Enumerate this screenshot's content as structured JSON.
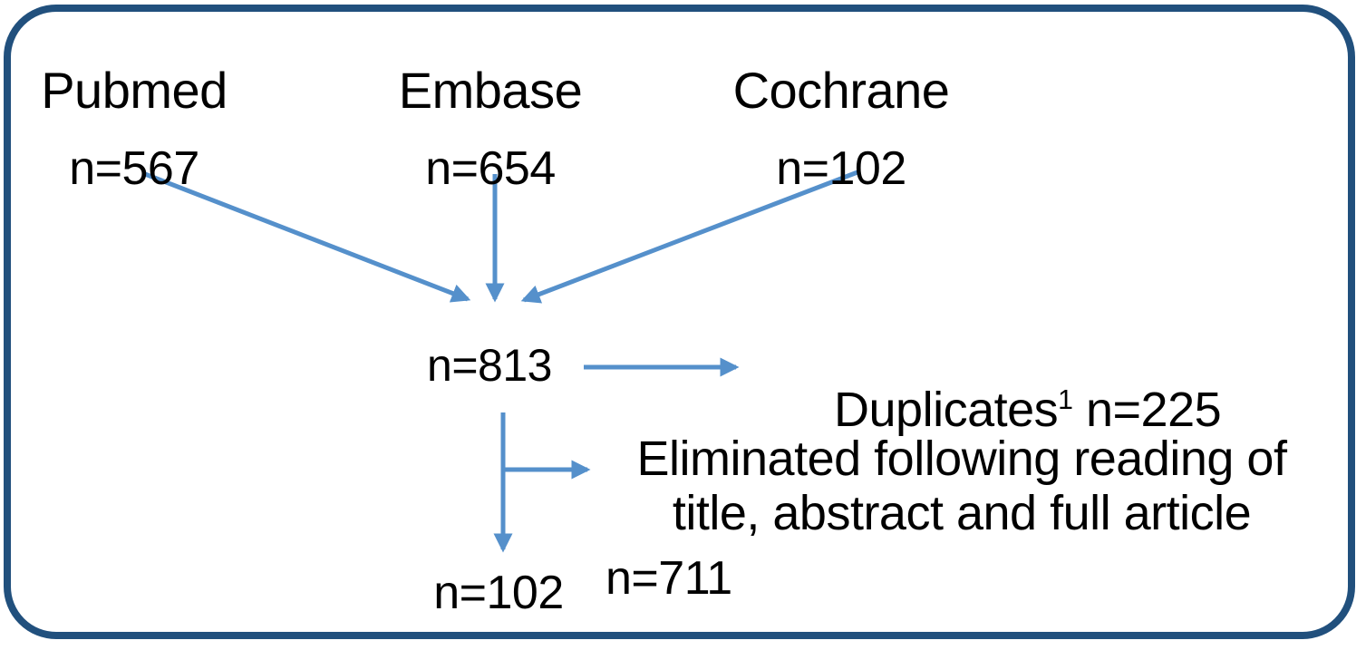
{
  "figure": {
    "type": "prisma-flow-diagram",
    "frame_color": "#21507D",
    "arrow_color": "#5590CB",
    "text_color": "#000000",
    "background": "#ffffff"
  },
  "sources": [
    {
      "name": "Pubmed",
      "label": "Pubmed",
      "count_label": "n=567",
      "count": 567
    },
    {
      "name": "Embase",
      "label": "Embase",
      "count_label": "n=654",
      "count": 654
    },
    {
      "name": "Cochrane",
      "label": "Cochrane",
      "count_label": "n=102",
      "count": 102
    }
  ],
  "stages": {
    "total_records": {
      "count_label": "n=813",
      "count": 813
    },
    "included": {
      "count_label": "n=102",
      "count": 102
    }
  },
  "exclusions": [
    {
      "label": "Duplicates",
      "footnote": "1",
      "count_label": "n=225",
      "count": 225
    },
    {
      "label": "Eliminated following reading of\ntitle, abstract and full article",
      "count_label": "n=711",
      "count": 711
    }
  ],
  "chart_data": {
    "type": "diagram",
    "title": "Study selection flow diagram",
    "nodes": [
      {
        "id": "pubmed",
        "text": "Pubmed n=567",
        "value": 567
      },
      {
        "id": "embase",
        "text": "Embase n=654",
        "value": 654
      },
      {
        "id": "cochrane",
        "text": "Cochrane n=102",
        "value": 102
      },
      {
        "id": "combined",
        "text": "n=813",
        "value": 813
      },
      {
        "id": "duplicates",
        "text": "Duplicates1 n=225",
        "value": 225
      },
      {
        "id": "eliminated",
        "text": "Eliminated following reading of title, abstract and full article n=711",
        "value": 711
      },
      {
        "id": "included",
        "text": "n=102",
        "value": 102
      }
    ],
    "edges": [
      {
        "from": "pubmed",
        "to": "combined"
      },
      {
        "from": "embase",
        "to": "combined"
      },
      {
        "from": "cochrane",
        "to": "combined"
      },
      {
        "from": "combined",
        "to": "duplicates"
      },
      {
        "from": "combined",
        "to": "eliminated"
      },
      {
        "from": "combined",
        "to": "included"
      }
    ]
  }
}
